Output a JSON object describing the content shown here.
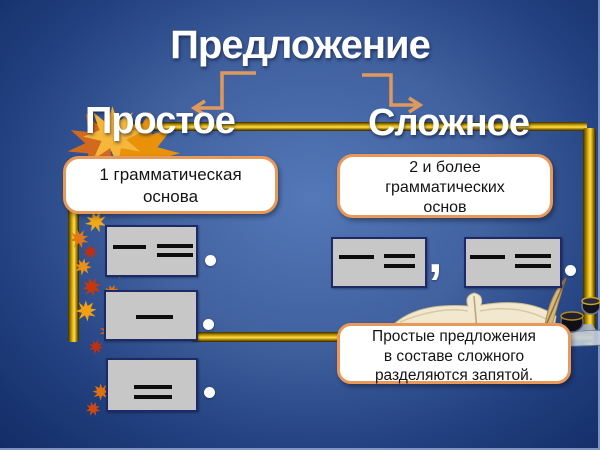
{
  "slide": {
    "title": "Предложение",
    "left_branch": {
      "heading": "Простое",
      "rule_lines": [
        "1 грамматическая",
        "основа"
      ],
      "schemes": [
        {
          "marks": [
            "subject",
            "predicate"
          ],
          "punctuation_after": "."
        },
        {
          "marks": [
            "subject"
          ],
          "punctuation_after": "."
        },
        {
          "marks": [
            "predicate"
          ],
          "punctuation_after": "."
        }
      ]
    },
    "right_branch": {
      "heading": "Сложное",
      "rule_lines": [
        "2 и более",
        "грамматических",
        "основ"
      ],
      "schemes": [
        {
          "marks": [
            "subject",
            "predicate"
          ],
          "punctuation_after": ","
        },
        {
          "marks": [
            "subject",
            "predicate"
          ],
          "punctuation_after": "."
        }
      ],
      "comma": ","
    },
    "note_lines": [
      "Простые предложения",
      "в составе сложного",
      "разделяются запятой."
    ]
  },
  "decor": {
    "icons": [
      "maple-leaves-icon",
      "falling-leaves-icon",
      "open-book-icon",
      "quill-icon",
      "inkwell-icon",
      "branch-arrow-left-icon",
      "branch-arrow-right-icon"
    ],
    "colors": {
      "background_center": "#5478b8",
      "background_edge": "#122c66",
      "gold_bar": "#edc21a",
      "bracket_orange": "#e0995c",
      "callout_border": "#e8995a",
      "scheme_fill": "#c7c7c7",
      "scheme_border": "#1e2a66",
      "text_light": "#ffffff",
      "text_dark": "#141414"
    }
  }
}
